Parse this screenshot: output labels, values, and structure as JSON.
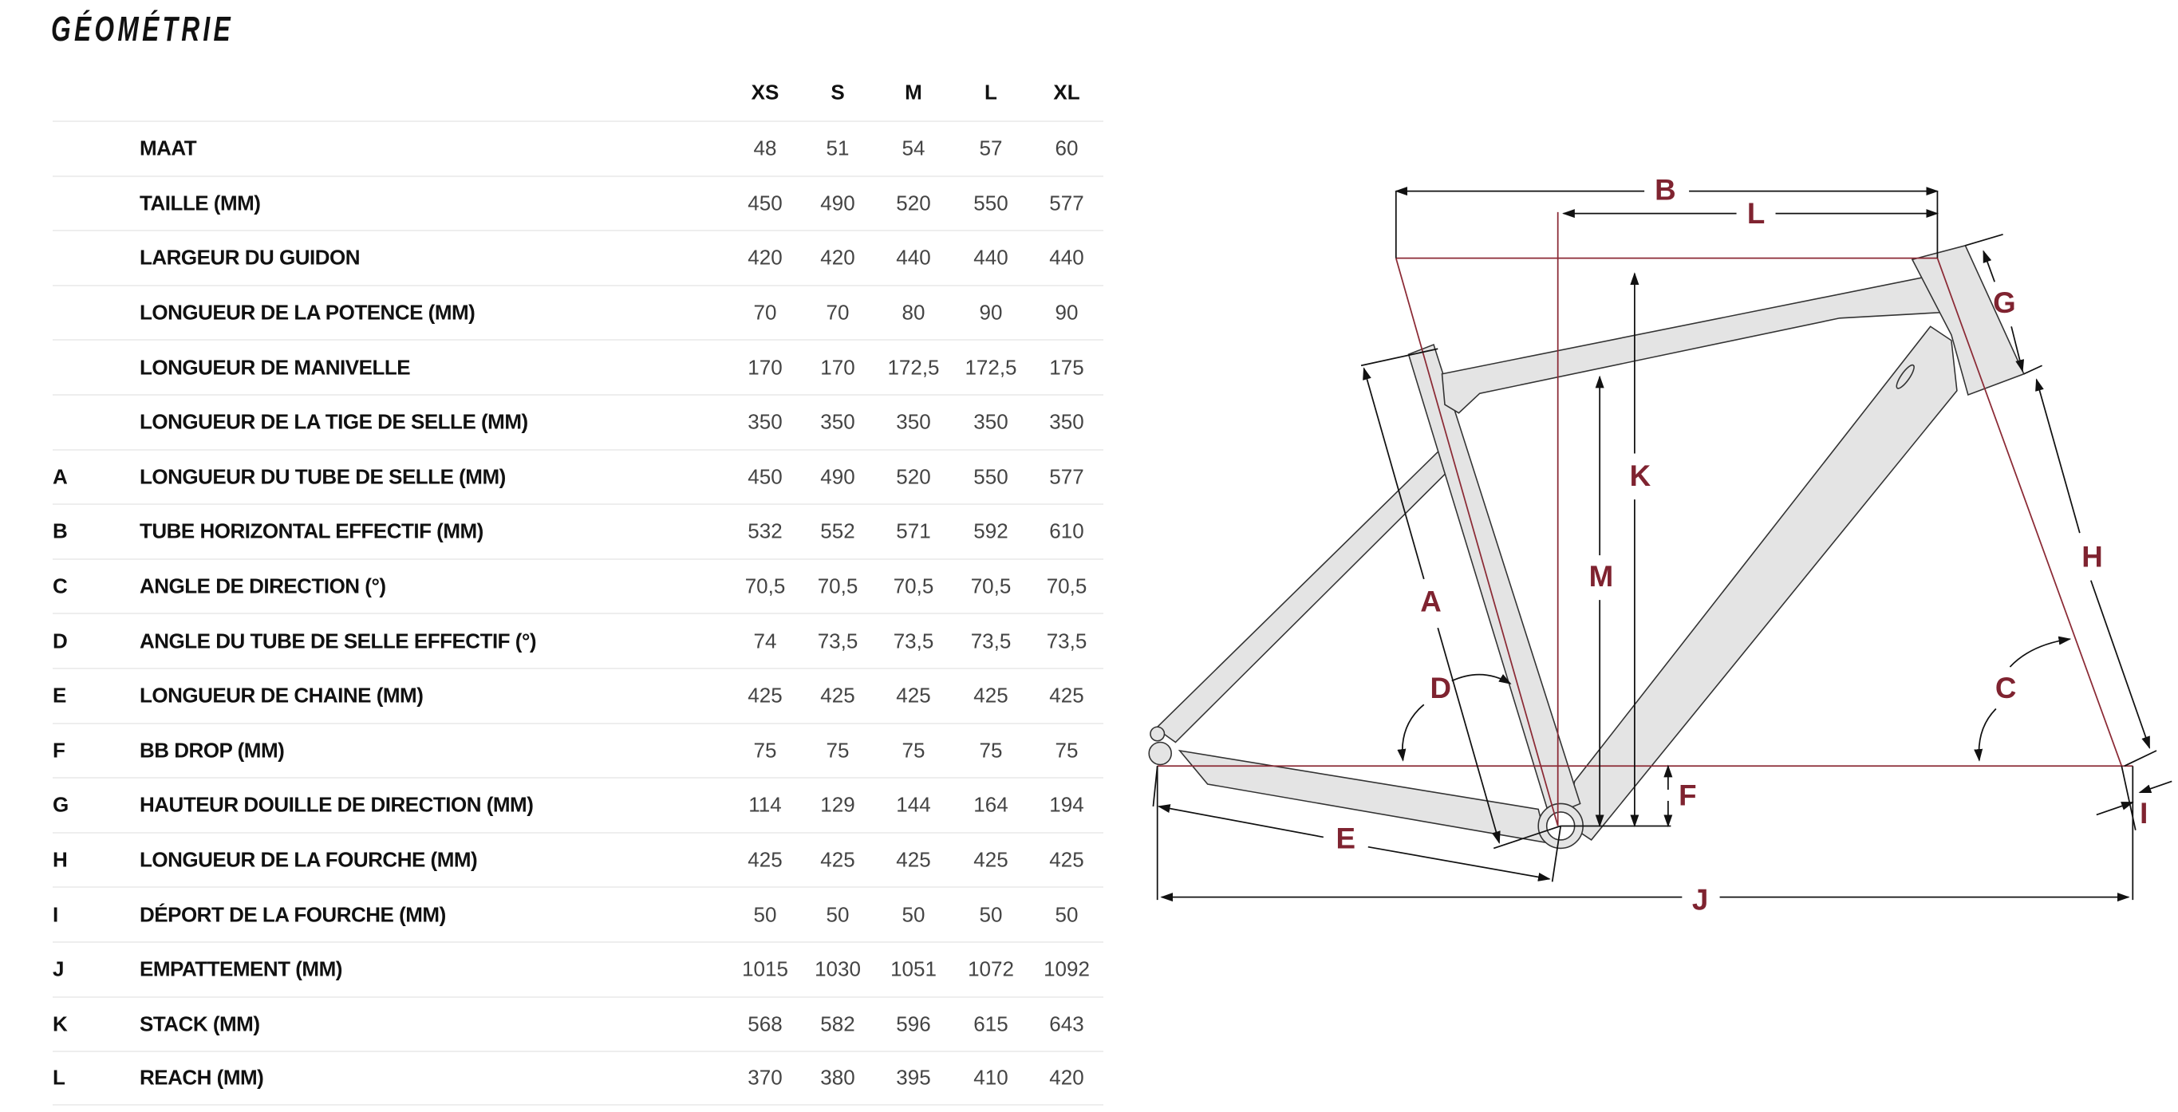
{
  "title": "GÉOMÉTRIE",
  "sizes": [
    "XS",
    "S",
    "M",
    "L",
    "XL"
  ],
  "rows": [
    {
      "letter": "",
      "label": "MAAT",
      "values": [
        "48",
        "51",
        "54",
        "57",
        "60"
      ]
    },
    {
      "letter": "",
      "label": "TAILLE (MM)",
      "values": [
        "450",
        "490",
        "520",
        "550",
        "577"
      ]
    },
    {
      "letter": "",
      "label": "LARGEUR DU GUIDON",
      "values": [
        "420",
        "420",
        "440",
        "440",
        "440"
      ]
    },
    {
      "letter": "",
      "label": "LONGUEUR DE LA POTENCE (MM)",
      "values": [
        "70",
        "70",
        "80",
        "90",
        "90"
      ]
    },
    {
      "letter": "",
      "label": "LONGUEUR DE MANIVELLE",
      "values": [
        "170",
        "170",
        "172,5",
        "172,5",
        "175"
      ]
    },
    {
      "letter": "",
      "label": "LONGUEUR DE LA TIGE DE SELLE (MM)",
      "values": [
        "350",
        "350",
        "350",
        "350",
        "350"
      ]
    },
    {
      "letter": "A",
      "label": "LONGUEUR DU TUBE DE SELLE (MM)",
      "values": [
        "450",
        "490",
        "520",
        "550",
        "577"
      ]
    },
    {
      "letter": "B",
      "label": "TUBE HORIZONTAL EFFECTIF (MM)",
      "values": [
        "532",
        "552",
        "571",
        "592",
        "610"
      ]
    },
    {
      "letter": "C",
      "label": "ANGLE DE DIRECTION (°)",
      "values": [
        "70,5",
        "70,5",
        "70,5",
        "70,5",
        "70,5"
      ]
    },
    {
      "letter": "D",
      "label": "ANGLE DU TUBE DE SELLE EFFECTIF (°)",
      "values": [
        "74",
        "73,5",
        "73,5",
        "73,5",
        "73,5"
      ]
    },
    {
      "letter": "E",
      "label": "LONGUEUR DE CHAINE (MM)",
      "values": [
        "425",
        "425",
        "425",
        "425",
        "425"
      ]
    },
    {
      "letter": "F",
      "label": "BB DROP (MM)",
      "values": [
        "75",
        "75",
        "75",
        "75",
        "75"
      ]
    },
    {
      "letter": "G",
      "label": "HAUTEUR DOUILLE DE DIRECTION (MM)",
      "values": [
        "114",
        "129",
        "144",
        "164",
        "194"
      ]
    },
    {
      "letter": "H",
      "label": "LONGUEUR DE LA FOURCHE (MM)",
      "values": [
        "425",
        "425",
        "425",
        "425",
        "425"
      ]
    },
    {
      "letter": "I",
      "label": "DÉPORT DE LA FOURCHE (MM)",
      "values": [
        "50",
        "50",
        "50",
        "50",
        "50"
      ]
    },
    {
      "letter": "J",
      "label": "EMPATTEMENT (MM)",
      "values": [
        "1015",
        "1030",
        "1051",
        "1072",
        "1092"
      ]
    },
    {
      "letter": "K",
      "label": "STACK (MM)",
      "values": [
        "568",
        "582",
        "596",
        "615",
        "643"
      ]
    },
    {
      "letter": "L",
      "label": "REACH (MM)",
      "values": [
        "370",
        "380",
        "395",
        "410",
        "420"
      ]
    }
  ],
  "diagram": {
    "labels": {
      "A": "A",
      "B": "B",
      "C": "C",
      "D": "D",
      "E": "E",
      "F": "F",
      "G": "G",
      "H": "H",
      "I": "I",
      "J": "J",
      "K": "K",
      "L": "L",
      "M": "M"
    },
    "accent_color": "#7f2330",
    "frame_color": "#e4e4e4"
  }
}
